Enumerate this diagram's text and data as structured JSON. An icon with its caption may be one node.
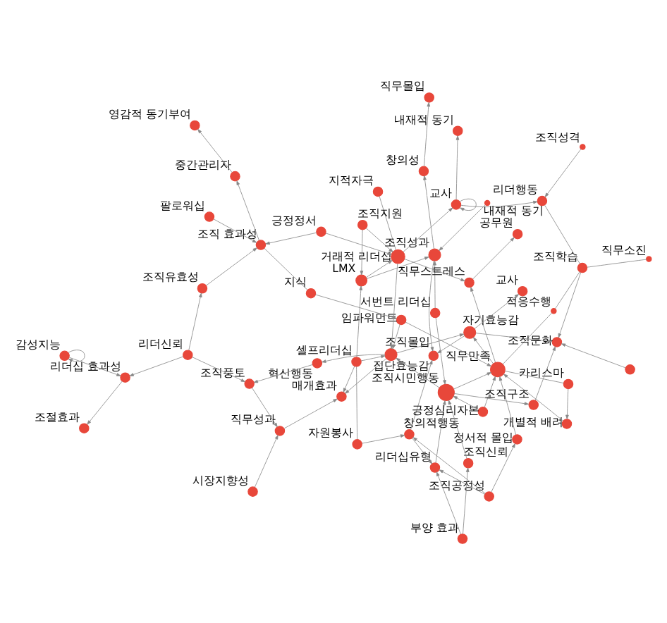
{
  "diagram": {
    "nodes": [
      {
        "text": [
          "개별적 배려"
        ]
      },
      {
        "text": [
          "카리스마"
        ]
      },
      {
        "text": [
          "조직공정성"
        ]
      },
      {
        "text": [
          "긍정정서"
        ]
      },
      {
        "text": [
          "정서적 몰입"
        ]
      },
      {
        "text": [
          "자원봉사"
        ]
      },
      {
        "text": [
          "창의적행동"
        ]
      },
      {
        "text": [
          "지식"
        ]
      },
      {
        "text": [
          "지적자극"
        ]
      },
      {
        "text": [
          "조절효과"
        ]
      },
      {
        "text": [
          "리더십유형"
        ]
      },
      {
        "text": [
          "감성지능"
        ]
      },
      {
        "text": [
          "부양 효과"
        ]
      },
      {
        "text": [
          "조직신뢰"
        ]
      },
      {
        "text": [
          "리더십 효과성"
        ]
      },
      {
        "text": [
          "조직지원"
        ]
      },
      {
        "text": [
          "서번트 리더십"
        ]
      },
      {
        "text": [
          "임파워먼트"
        ]
      },
      {
        "text": [
          "리더신뢰"
        ]
      },
      {
        "text": [
          "조직유효성"
        ]
      },
      {
        "text": [
          "팔로워십"
        ]
      },
      {
        "text": [
          "긍정심리자본"
        ]
      },
      {
        "text": [
          "조직시민행동"
        ]
      },
      {
        "text": [
          "셀프리더십"
        ]
      },
      {
        "text": [
          "LMX"
        ]
      },
      {
        "text": [
          "조직 효과성"
        ]
      },
      {
        "text": [
          "직무만족"
        ]
      },
      {
        "text": [
          "조직성과"
        ]
      },
      {
        "text": [
          "거래적 리더십"
        ]
      },
      {
        "text": [
          "교사"
        ]
      },
      {
        "text": [
          "직무스트레스"
        ]
      },
      {
        "text": [
          "조직몰입"
        ]
      },
      {
        "text": [
          "혁신행동"
        ]
      },
      {
        "text": [
          "창의성"
        ]
      },
      {
        "text": [
          "내재적 동기"
        ]
      },
      {
        "text": [
          "조직성격"
        ]
      },
      {
        "text": [
          "리더행동"
        ]
      },
      {
        "text": [
          "직무몰입"
        ]
      },
      {
        "text": [
          "공무원"
        ]
      },
      {
        "text": [
          "집단효능감"
        ]
      },
      {
        "text": [
          "자기효능감"
        ]
      },
      {
        "text": [],
        "shape": "circle"
      },
      {
        "text": [
          "조직학습"
        ]
      },
      {
        "text": [
          "내재적 동기"
        ]
      },
      {
        "text": [
          "조직풍토"
        ]
      },
      {
        "text": [
          "매개효과"
        ]
      },
      {
        "text": [
          "조직구조"
        ]
      },
      {
        "text": [
          "직무소진"
        ]
      },
      {
        "text": [
          "조직문화"
        ]
      },
      {
        "text": [
          "직무성과"
        ]
      },
      {
        "text": [
          "시장지향성"
        ]
      },
      {
        "text": [
          "중간관리자"
        ]
      },
      {
        "text": [
          "영감적 동기부여"
        ]
      },
      {
        "text": [
          "적응수행"
        ]
      },
      {
        "text": [
          "교사"
        ]
      }
    ],
    "edges": [
      {
        "from": 1,
        "to": 0,
        "arrow": "to"
      },
      {
        "from": 1,
        "to": 26,
        "arrow": "none"
      },
      {
        "from": 0,
        "to": 26,
        "arrow": "to"
      },
      {
        "from": 2,
        "to": 4,
        "arrow": "to"
      },
      {
        "from": 5,
        "to": 6,
        "arrow": "to"
      },
      {
        "from": 5,
        "to": 23,
        "arrow": "none"
      },
      {
        "from": 2,
        "to": 6,
        "arrow": "to"
      },
      {
        "from": 2,
        "to": 10,
        "arrow": "to"
      },
      {
        "from": 3,
        "to": 28,
        "arrow": "to"
      },
      {
        "from": 3,
        "to": 25,
        "arrow": "to"
      },
      {
        "from": 4,
        "to": 26,
        "arrow": "to"
      },
      {
        "from": 7,
        "to": 17,
        "arrow": "to"
      },
      {
        "from": 7,
        "to": 25,
        "arrow": "none"
      },
      {
        "from": 8,
        "to": 28,
        "arrow": "none"
      },
      {
        "from": 14,
        "to": 9,
        "arrow": "to"
      },
      {
        "from": 11,
        "to": 14,
        "arrow": "to"
      },
      {
        "from": 11,
        "to": 11,
        "arrow": "to"
      },
      {
        "from": 18,
        "to": 14,
        "arrow": "to"
      },
      {
        "from": 18,
        "to": 19,
        "arrow": "to"
      },
      {
        "from": 20,
        "to": 25,
        "arrow": "to"
      },
      {
        "from": 19,
        "to": 25,
        "arrow": "to"
      },
      {
        "from": 6,
        "to": 10,
        "arrow": "to"
      },
      {
        "from": 6,
        "to": 39,
        "arrow": "to"
      },
      {
        "from": 12,
        "to": 10,
        "arrow": "to"
      },
      {
        "from": 12,
        "to": 13,
        "arrow": "to"
      },
      {
        "from": 10,
        "to": 22,
        "arrow": "to"
      },
      {
        "from": 13,
        "to": 22,
        "arrow": "to"
      },
      {
        "from": 15,
        "to": 24,
        "arrow": "to"
      },
      {
        "from": 15,
        "to": 28,
        "arrow": "to"
      },
      {
        "from": 16,
        "to": 22,
        "arrow": "to"
      },
      {
        "from": 16,
        "to": 27,
        "arrow": "to"
      },
      {
        "from": 21,
        "to": 22,
        "arrow": "to"
      },
      {
        "from": 21,
        "to": 26,
        "arrow": "to"
      },
      {
        "from": 23,
        "to": 24,
        "arrow": "to"
      },
      {
        "from": 23,
        "to": 45,
        "arrow": "to"
      },
      {
        "from": 23,
        "to": 31,
        "arrow": "to"
      },
      {
        "from": 24,
        "to": 28,
        "arrow": "to"
      },
      {
        "from": 24,
        "to": 27,
        "arrow": "to"
      },
      {
        "from": 17,
        "to": 26,
        "arrow": "to"
      },
      {
        "from": 17,
        "to": 31,
        "arrow": "to"
      },
      {
        "from": 22,
        "to": 26,
        "arrow": "to"
      },
      {
        "from": 22,
        "to": 31,
        "arrow": "to"
      },
      {
        "from": 27,
        "to": 33,
        "arrow": "to"
      },
      {
        "from": 27,
        "to": 39,
        "arrow": "to"
      },
      {
        "from": 28,
        "to": 31,
        "arrow": "to"
      },
      {
        "from": 28,
        "to": 29,
        "arrow": "to"
      },
      {
        "from": 28,
        "to": 30,
        "arrow": "to"
      },
      {
        "from": 26,
        "to": 30,
        "arrow": "to"
      },
      {
        "from": 26,
        "to": 40,
        "arrow": "to"
      },
      {
        "from": 29,
        "to": 29,
        "arrow": "to"
      },
      {
        "from": 29,
        "to": 43,
        "arrow": "to"
      },
      {
        "from": 29,
        "to": 36,
        "arrow": "to"
      },
      {
        "from": 30,
        "to": 38,
        "arrow": "to"
      },
      {
        "from": 35,
        "to": 36,
        "arrow": "to"
      },
      {
        "from": 36,
        "to": 42,
        "arrow": "none"
      },
      {
        "from": 31,
        "to": 32,
        "arrow": "to"
      },
      {
        "from": 31,
        "to": 40,
        "arrow": "to"
      },
      {
        "from": 32,
        "to": 44,
        "arrow": "to"
      },
      {
        "from": 33,
        "to": 37,
        "arrow": "to"
      },
      {
        "from": 34,
        "to": 27,
        "arrow": "to"
      },
      {
        "from": 40,
        "to": 39,
        "arrow": "to"
      },
      {
        "from": 40,
        "to": 54,
        "arrow": "to"
      },
      {
        "from": 40,
        "to": 48,
        "arrow": "to"
      },
      {
        "from": 41,
        "to": 48,
        "arrow": "to"
      },
      {
        "from": 42,
        "to": 48,
        "arrow": "to"
      },
      {
        "from": 42,
        "to": 47,
        "arrow": "none"
      },
      {
        "from": 42,
        "to": 53,
        "arrow": "none"
      },
      {
        "from": 26,
        "to": 53,
        "arrow": "none"
      },
      {
        "from": 46,
        "to": 48,
        "arrow": "to"
      },
      {
        "from": 49,
        "to": 45,
        "arrow": "to"
      },
      {
        "from": 50,
        "to": 49,
        "arrow": "to"
      },
      {
        "from": 44,
        "to": 49,
        "arrow": "to"
      },
      {
        "from": 51,
        "to": 52,
        "arrow": "to"
      },
      {
        "from": 25,
        "to": 51,
        "arrow": "to"
      },
      {
        "from": 18,
        "to": 44,
        "arrow": "to"
      },
      {
        "from": 22,
        "to": 46,
        "arrow": "to"
      },
      {
        "from": 31,
        "to": 45,
        "arrow": "to"
      }
    ]
  }
}
